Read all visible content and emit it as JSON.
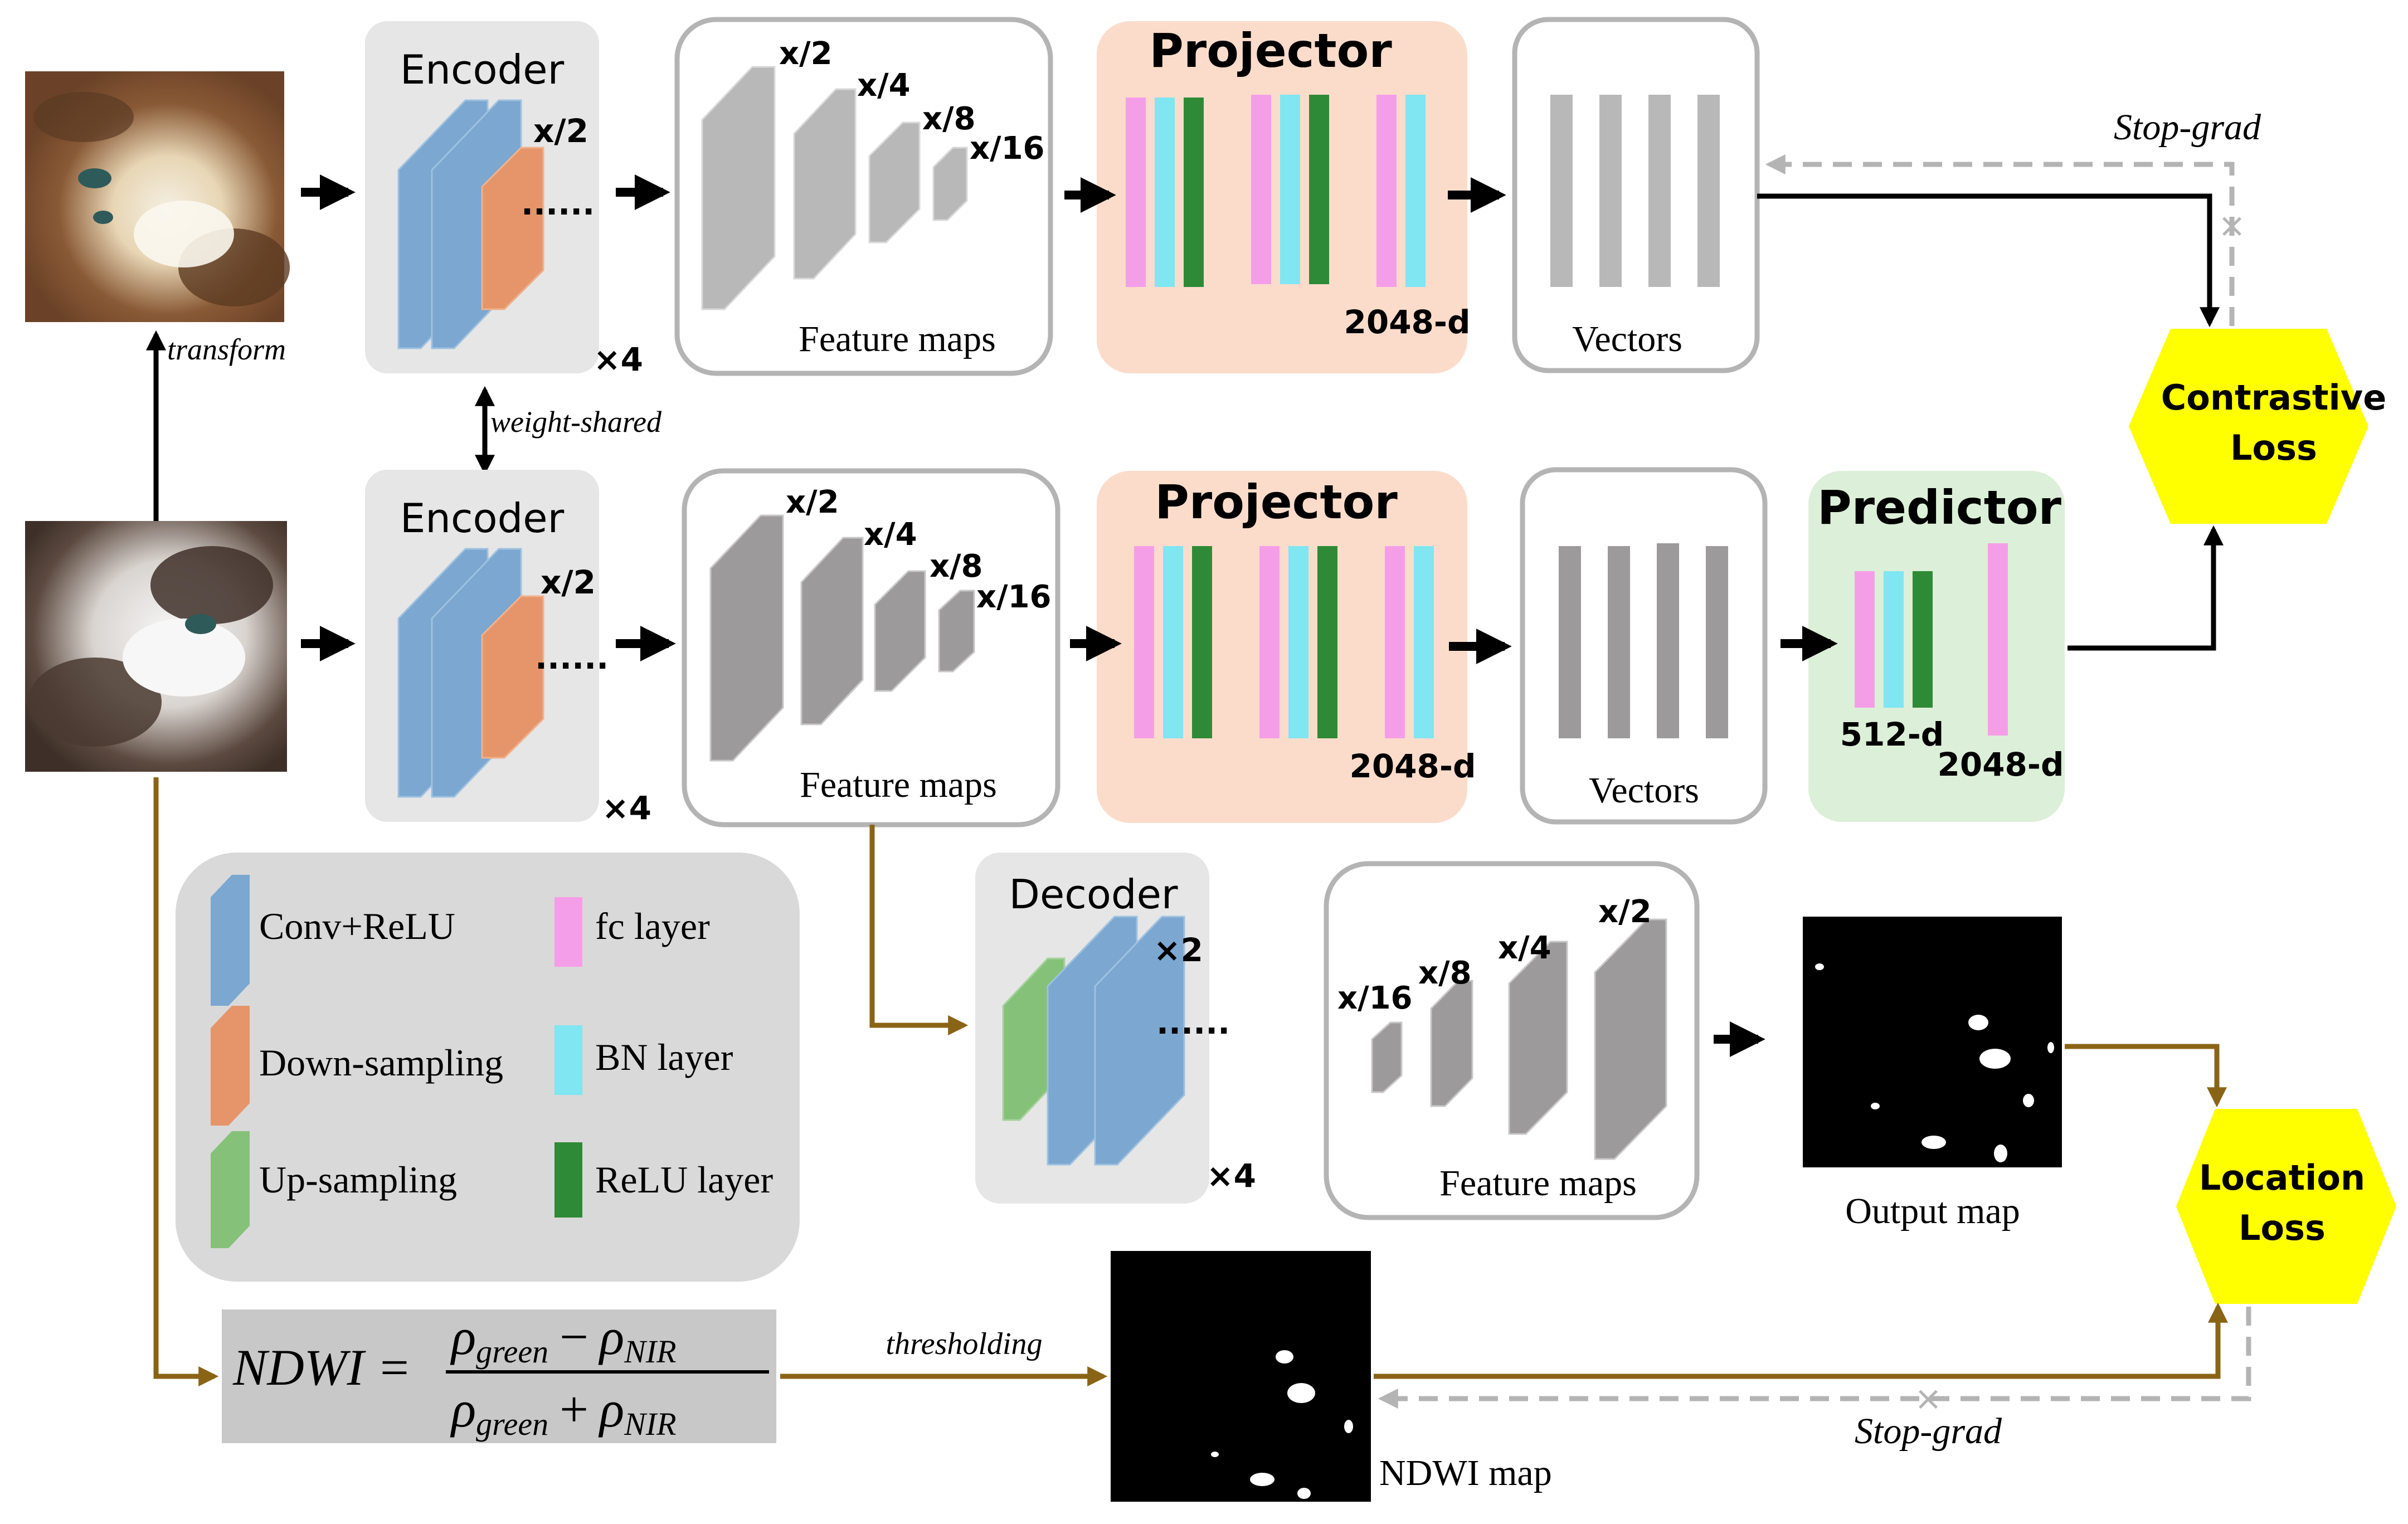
{
  "encoder": {
    "title": "Encoder",
    "scale": "x/2",
    "dots": "......",
    "repeat": "×4"
  },
  "weight_shared": "weight-shared",
  "transform": "transform",
  "feature_maps": {
    "label": "Feature maps",
    "scales": [
      "x/2",
      "x/4",
      "x/8",
      "x/16"
    ]
  },
  "projector": {
    "title": "Projector",
    "dim": "2048-d"
  },
  "vectors": {
    "label": "Vectors"
  },
  "predictor": {
    "title": "Predictor",
    "dim_small": "512-d",
    "dim_large": "2048-d"
  },
  "stop_grad": "Stop-grad",
  "contrastive_loss": {
    "line1": "Contrastive",
    "line2": "Loss"
  },
  "location_loss": {
    "line1": "Location",
    "line2": "Loss"
  },
  "decoder": {
    "title": "Decoder",
    "repeat_inner": "×2",
    "dots": "......",
    "repeat": "×4"
  },
  "output_map": "Output map",
  "ndwi_map": "NDWI map",
  "thresholding": "thresholding",
  "ndwi_formula": {
    "lhs": "NDWI =",
    "num_a": "ρ",
    "num_a_sub": "green",
    "num_op": "−",
    "num_b": "ρ",
    "num_b_sub": "NIR",
    "den_op": "+"
  },
  "legend": {
    "conv": "Conv+ReLU",
    "down": "Down-sampling",
    "up": "Up-sampling",
    "fc": "fc layer",
    "bn": "BN layer",
    "relu": "ReLU layer"
  },
  "colors": {
    "conv_blue": "#7ba7d0",
    "down_orange": "#e6956a",
    "up_green": "#86c17a",
    "fc_pink": "#f59ee8",
    "bn_cyan": "#7fe6f2",
    "relu_green": "#2e8a36",
    "projector_bg": "#fbdccb",
    "predictor_bg": "#dcefd8",
    "panel_gray": "#e6e6e6",
    "loss_yellow": "#ffff00",
    "gold_arrow": "#8a6416",
    "formula_bg": "#c8c8c8"
  }
}
